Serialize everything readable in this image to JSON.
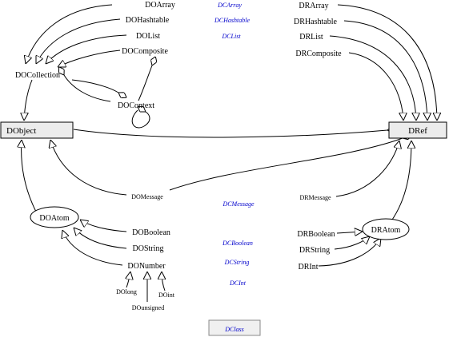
{
  "nodes": {
    "doarray": "DOArray",
    "dohashtable": "DOHashtable",
    "dolist": "DOList",
    "docomposite": "DOComposite",
    "docollection": "DOCollection",
    "docontext": "DOContext",
    "dobject": "DObject",
    "domessage": "DOMessage",
    "doatom": "DOAtom",
    "doboolean": "DOBoolean",
    "dostring": "DOString",
    "donumber": "DONumber",
    "dolong": "DOlong",
    "doint": "DOint",
    "dounsigned": "DOunsigned",
    "drarray": "DRArray",
    "drhashtable": "DRHashtable",
    "drlist": "DRList",
    "drcomposite": "DRComposite",
    "dref": "DRef",
    "drmessage": "DRMessage",
    "drboolean": "DRBoolean",
    "drstring": "DRString",
    "drint": "DRInt",
    "dratom": "DRAtom"
  },
  "dclasses": {
    "dcarray": "DCArray",
    "dchashtable": "DCHashtable",
    "dclist": "DCList",
    "dcmessage": "DCMessage",
    "dcboolean": "DCBoolean",
    "dcstring": "DCString",
    "dcint": "DCInt",
    "dclass": "DClass"
  },
  "colors": {
    "box_fill": "#ececec",
    "dclass_fill": "#f0f0f0",
    "blue_text": "#0000cc"
  }
}
